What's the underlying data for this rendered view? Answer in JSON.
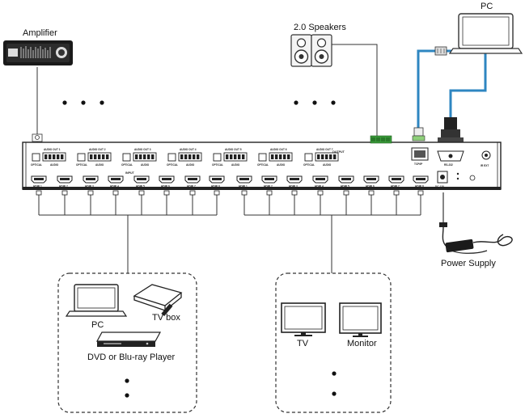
{
  "labels": {
    "amplifier": "Amplifier",
    "speakers": "2.0 Speakers",
    "pc_top": "PC",
    "power_supply": "Power Supply",
    "pc_source": "PC",
    "tv_box": "TV box",
    "dvd_player": "DVD or Blu-ray Player",
    "tv": "TV",
    "monitor": "Monitor"
  },
  "panel": {
    "section_input": "INPUT",
    "section_output": "OUTPUT",
    "audio_out_labels": [
      "AUDIO OUT 1",
      "AUDIO OUT 2",
      "AUDIO OUT 3",
      "AUDIO OUT 4",
      "AUDIO OUT 5",
      "AUDIO OUT 6",
      "AUDIO OUT 7"
    ],
    "optical_label": "OPTICAL",
    "audio_label": "AUDIO",
    "hdmi_in_labels": [
      "HDMI 1",
      "HDMI 2",
      "HDMI 3",
      "HDMI 4",
      "HDMI 5",
      "HDMI 6",
      "HDMI 7",
      "HDMI 8"
    ],
    "hdmi_out_labels": [
      "HDMI 1",
      "HDMI 2",
      "HDMI 3",
      "HDMI 4",
      "HDMI 5",
      "HDMI 6",
      "HDMI 7",
      "HDMI 8"
    ],
    "tcp_ip": "TCP/IP",
    "rs232": "RS-232",
    "ir_ext": "IR EXT",
    "dc": "DC 12V"
  },
  "colors": {
    "network_cable": "#2e86c1",
    "line": "#333333",
    "terminal": "#3a9a3a"
  }
}
